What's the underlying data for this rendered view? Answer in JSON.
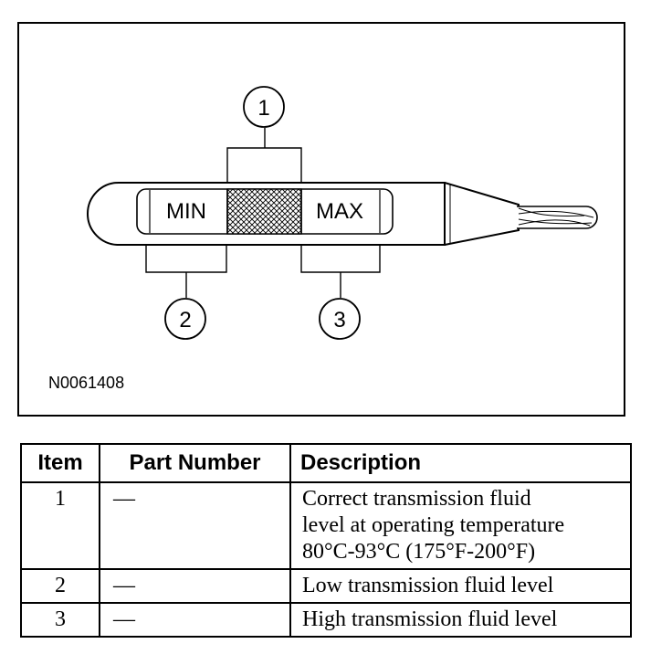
{
  "figure": {
    "callouts": [
      "1",
      "2",
      "3"
    ],
    "dipstick_labels": {
      "min": "MIN",
      "max": "MAX"
    },
    "figure_code": "N0061408"
  },
  "table": {
    "headers": {
      "item": "Item",
      "part_number": "Part Number",
      "description": "Description"
    },
    "rows": [
      {
        "item": "1",
        "part_number": "—",
        "description": [
          "Correct transmission fluid",
          "level at operating temperature",
          "80°C-93°C (175°F-200°F)"
        ]
      },
      {
        "item": "2",
        "part_number": "—",
        "description": [
          "Low transmission fluid level"
        ]
      },
      {
        "item": "3",
        "part_number": "—",
        "description": [
          "High transmission fluid level"
        ]
      }
    ]
  }
}
